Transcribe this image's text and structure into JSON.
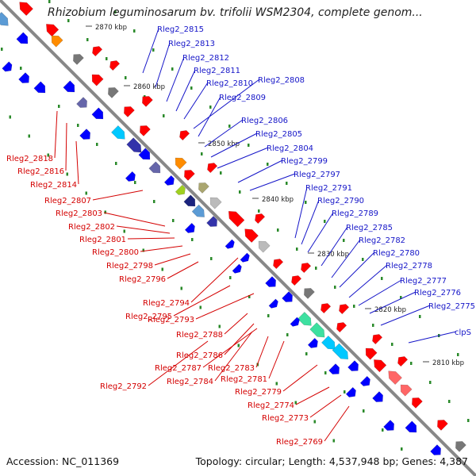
{
  "header": {
    "title": "Rhizobium leguminosarum bv. trifolii WSM2304, complete genom..."
  },
  "footer": {
    "accession": "Accession: NC_011369",
    "summary": "Topology: circular; Length: 4,537,948 bp; Genes: 4,387"
  },
  "colors": {
    "forward_label": "#1515c8",
    "reverse_label": "#d40000",
    "backbone": "#888888",
    "tick": "#2a8a2a",
    "forward_genes": [
      "#0000ff",
      "#6666aa",
      "#3333aa",
      "#1a237e",
      "#5b9bd5",
      "#00c8ff",
      "#3de0a0",
      "#a0d020"
    ],
    "reverse_genes": [
      "#ff0000",
      "#ff6666",
      "#bbbbbb",
      "#aaa670",
      "#ff8c00",
      "#777777"
    ]
  },
  "scale": {
    "ticks": [
      "2870 kbp",
      "2860 kbp",
      "2850 kbp",
      "2840 kbp",
      "2830 kbp",
      "2820 kbp",
      "2810 kbp"
    ]
  },
  "labels": {
    "forward": [
      "Rleg2_2815",
      "Rleg2_2813",
      "Rleg2_2812",
      "Rleg2_2811",
      "Rleg2_2810",
      "Rleg2_2808",
      "Rleg2_2809",
      "Rleg2_2806",
      "Rleg2_2805",
      "Rleg2_2804",
      "Rleg2_2799",
      "Rleg2_2797",
      "Rleg2_2791",
      "Rleg2_2790",
      "Rleg2_2789",
      "Rleg2_2785",
      "Rleg2_2782",
      "Rleg2_2780",
      "Rleg2_2778",
      "Rleg2_2777",
      "Rleg2_2776",
      "Rleg2_2775",
      "clpS"
    ],
    "reverse": [
      "Rleg2_2818",
      "Rleg2_2816",
      "Rleg2_2814",
      "Rleg2_2807",
      "Rleg2_2803",
      "Rleg2_2802",
      "Rleg2_2801",
      "Rleg2_2800",
      "Rleg2_2798",
      "Rleg2_2796",
      "Rleg2_2794",
      "Rleg2_2795",
      "Rleg2_2793",
      "Rleg2_2788",
      "Rleg2_2786",
      "Rleg2_2787",
      "Rleg2_2783",
      "Rleg2_2792",
      "Rleg2_2784",
      "Rleg2_2781",
      "Rleg2_2779",
      "Rleg2_2774",
      "Rleg2_2773",
      "Rleg2_2769"
    ]
  }
}
